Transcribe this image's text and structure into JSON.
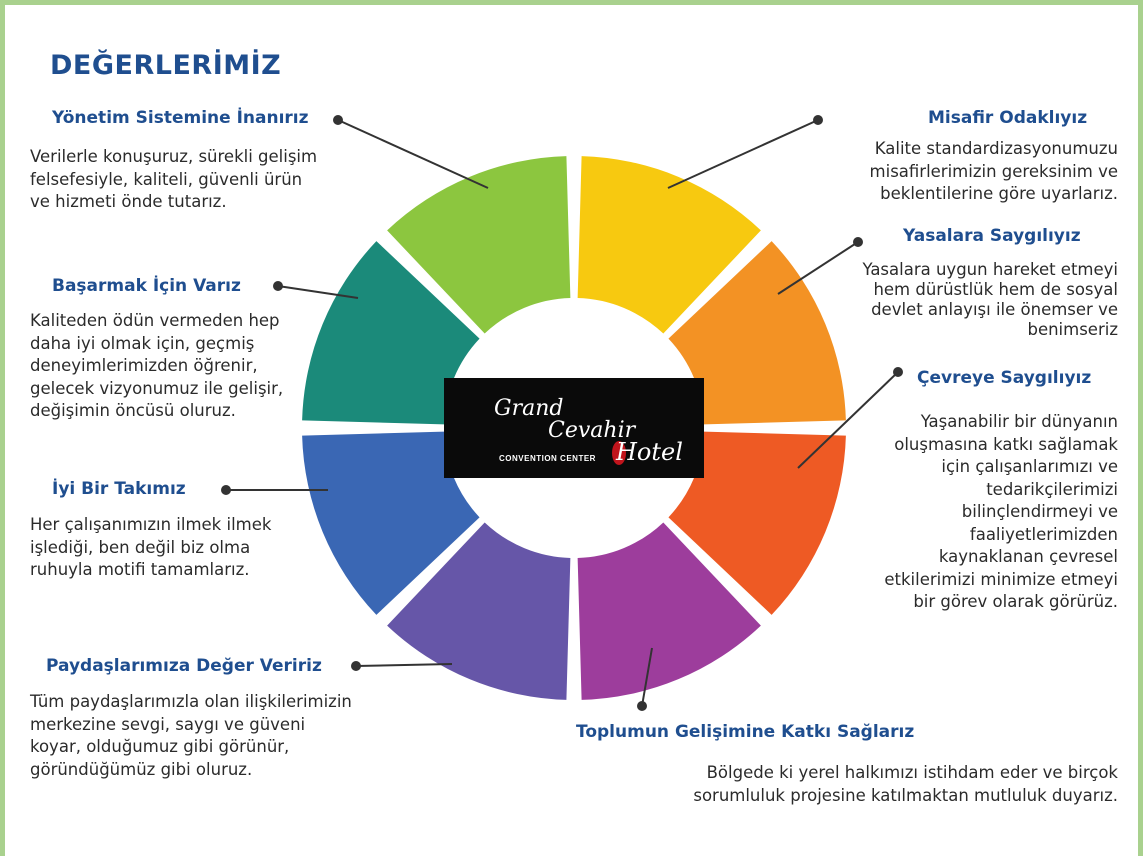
{
  "title": "DEĞERLERİMİZ",
  "segments": [
    {
      "color": "#8cc63f"
    },
    {
      "color": "#f7c910"
    },
    {
      "color": "#f39224"
    },
    {
      "color": "#ee5a24"
    },
    {
      "color": "#9d3d9c"
    },
    {
      "color": "#6656a8"
    },
    {
      "color": "#3a67b4"
    },
    {
      "color": "#1b8a7a"
    }
  ],
  "values": [
    {
      "heading": "Yönetim Sistemine İnanırız",
      "text": "Verilerle konuşuruz, sürekli gelişim felsefesiyle, kaliteli, güvenli ürün ve hizmeti önde tutarız."
    },
    {
      "heading": "Başarmak İçin Varız",
      "text": "Kaliteden ödün vermeden hep daha iyi olmak için, geçmiş deneyimlerimizden öğrenir, gelecek vizyonumuz ile gelişir, değişimin öncüsü oluruz."
    },
    {
      "heading": "İyi Bir Takımız",
      "text": "Her çalışanımızın ilmek ilmek işlediği, ben değil biz olma ruhuyla motifi tamamlarız."
    },
    {
      "heading": "Paydaşlarımıza Değer Veririz",
      "text": "Tüm paydaşlarımızla olan ilişkilerimizin merkezine sevgi, saygı ve güveni koyar, olduğumuz gibi görünür, göründüğümüz gibi oluruz."
    },
    {
      "heading": "Misafir Odaklıyız",
      "text": "Kalite standardizasyonumuzu misafirlerimizin gereksinim ve beklentilerine göre uyarlarız."
    },
    {
      "heading": "Yasalara Saygılıyız",
      "text": "Yasalara uygun hareket etmeyi hem dürüstlük hem de sosyal devlet anlayışı ile önemser ve benimseriz"
    },
    {
      "heading": "Çevreye Saygılıyız",
      "text": "Yaşanabilir bir dünyanın oluşmasına katkı sağlamak için çalışanlarımızı ve tedarikçilerimizi bilinçlendirmeyi ve faaliyetlerimizden kaynaklanan çevresel etkilerimizi minimize etmeyi bir görev olarak görürüz."
    },
    {
      "heading": "Toplumun Gelişimine Katkı Sağlarız",
      "text": "Bölgede ki yerel halkımızı istihdam eder ve birçok sorumluluk projesine katılmaktan mutluluk duyarız."
    }
  ],
  "logo": {
    "line1": "Grand",
    "line2": "Cevahir",
    "line3": "CONVENTION CENTER",
    "line4": "Hotel"
  }
}
